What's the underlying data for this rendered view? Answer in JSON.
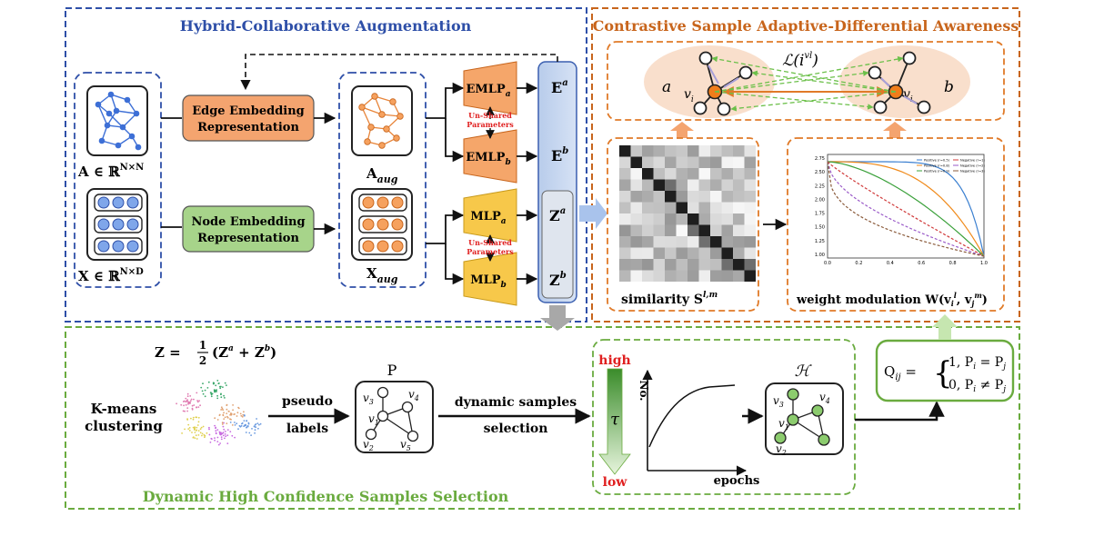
{
  "sections": {
    "augmentation_title": "Hybrid-Collaborative Augmentation",
    "awareness_title": "Contrastive Sample Adaptive-Differential Awareness",
    "selection_title": "Dynamic High Confidence Samples Selection"
  },
  "augmentation": {
    "adjacency_label": "A ∈ ℝ",
    "adjacency_sup": "N×N",
    "features_label": "X ∈ ℝ",
    "features_sup": "N×D",
    "edge_block_line1": "Edge Embedding",
    "edge_block_line2": "Representation",
    "node_block_line1": "Node Embedding",
    "node_block_line2": "Representation",
    "a_aug": "A",
    "a_aug_sub": "aug",
    "x_aug": "X",
    "x_aug_sub": "aug",
    "emlp_a": "EMLP",
    "emlp_a_sub": "a",
    "emlp_b": "EMLP",
    "emlp_b_sub": "b",
    "mlp_a": "MLP",
    "mlp_a_sub": "a",
    "mlp_b": "MLP",
    "mlp_b_sub": "b",
    "unshared_line1": "Un-Shared",
    "unshared_line2": "Parameters",
    "e_a": "E",
    "e_a_sup": "a",
    "e_b": "E",
    "e_b_sup": "b",
    "z_a": "Z",
    "z_a_sup": "a",
    "z_b": "Z",
    "z_b_sup": "b"
  },
  "awareness": {
    "loss_label": "ℒ(i",
    "loss_sup": "vl",
    "view_a": "a",
    "view_b": "b",
    "vi_left": "v",
    "vi_right": "v",
    "vi_sub": "i",
    "similarity_label": "similarity S",
    "similarity_sup": "l,m",
    "weight_label": "weight modulation W(v",
    "weight_tail": ", v",
    "weight_sup_l": "l",
    "weight_sup_m": "m",
    "weight_sub_i": "i",
    "weight_sub_j": "j"
  },
  "selection": {
    "z_formula_left": "Z =",
    "z_formula_num": "1",
    "z_formula_den": "2",
    "z_formula_right": "(Z",
    "z_formula_plus": "+ Z",
    "kmeans_line1": "K-means",
    "kmeans_line2": "clustering",
    "pseudo_line1": "pseudo",
    "pseudo_line2": "labels",
    "p_label": "P",
    "dynamic_line1": "dynamic samples",
    "dynamic_line2": "selection",
    "high": "high",
    "low": "low",
    "tau": "τ",
    "no_axis": "No.",
    "epochs_axis": "epochs",
    "h_label": "ℋ",
    "q_label": "Q",
    "q_sub": "ij",
    "q_case1": "1, P",
    "q_case1_tail": "= P",
    "q_case2": "0, P",
    "q_case2_tail": "≠ P"
  },
  "graph_nodes": {
    "v1": "v",
    "v2": "v",
    "v3": "v",
    "v4": "v",
    "v5": "v",
    "s1": "1",
    "s2": "2",
    "s3": "3",
    "s4": "4",
    "s5": "5"
  },
  "weight_chart_legend": [
    "Positive (r=0.5)",
    "Positive (r=0.8)",
    "Positive (r=0.9)",
    "Negative (r=1)",
    "Negative (r=2)",
    "Negative (r=3)"
  ],
  "weight_chart_yticks": [
    "2.75",
    "2.50",
    "2.25",
    "2.00",
    "1.75",
    "1.50",
    "1.25",
    "1.00"
  ],
  "weight_chart_xticks": [
    "0.0",
    "0.2",
    "0.4",
    "0.6",
    "0.8",
    "1.0"
  ],
  "colors": {
    "blue_section": "#2e4fa8",
    "orange_section": "#c8651c",
    "green_section": "#6aab3f",
    "edge_block": "#f4a46f",
    "node_block": "#a7d48a",
    "emlp": "#f5a66a",
    "mlp": "#f7c84a",
    "embedding_panel": "#c6d6f0",
    "highlight_red": "#e02020"
  }
}
